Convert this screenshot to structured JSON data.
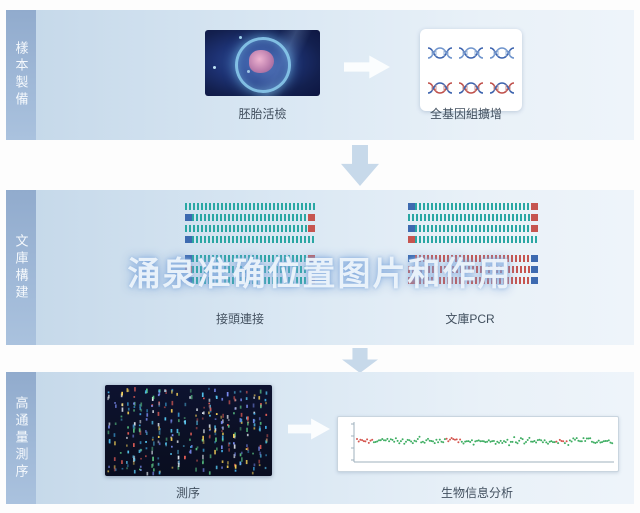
{
  "watermark": "涌泉准确位置图片和作用",
  "rows": {
    "sample_prep": {
      "sidebar": "樣本製備",
      "embryo_label": "胚胎活檢",
      "wga_label": "全基因組擴增"
    },
    "library": {
      "sidebar": "文庫構建",
      "adapter_label": "接頭連接",
      "pcr_label": "文庫PCR"
    },
    "sequencing": {
      "sidebar": "高通量測序",
      "seq_label": "測序",
      "bioinfo_label": "生物信息分析"
    }
  },
  "colors": {
    "band_background": "#cfe0ef",
    "sidebar_background": "#93aed0",
    "fragment_teal": "#2aa7a3",
    "fragment_red": "#c65550",
    "fragment_blue": "#3d6ab0",
    "flowcell_background": "#0b1024",
    "plot_dot_green": "#3fae63",
    "plot_dot_red": "#d4564f",
    "arrow_down_blue": "#c7d9ea",
    "watermark_color": "#eef5fb"
  },
  "icons": {
    "arrow_right": "arrow-right-icon",
    "arrow_down": "arrow-down-icon",
    "dna_helix": "dna-helix-icon"
  }
}
